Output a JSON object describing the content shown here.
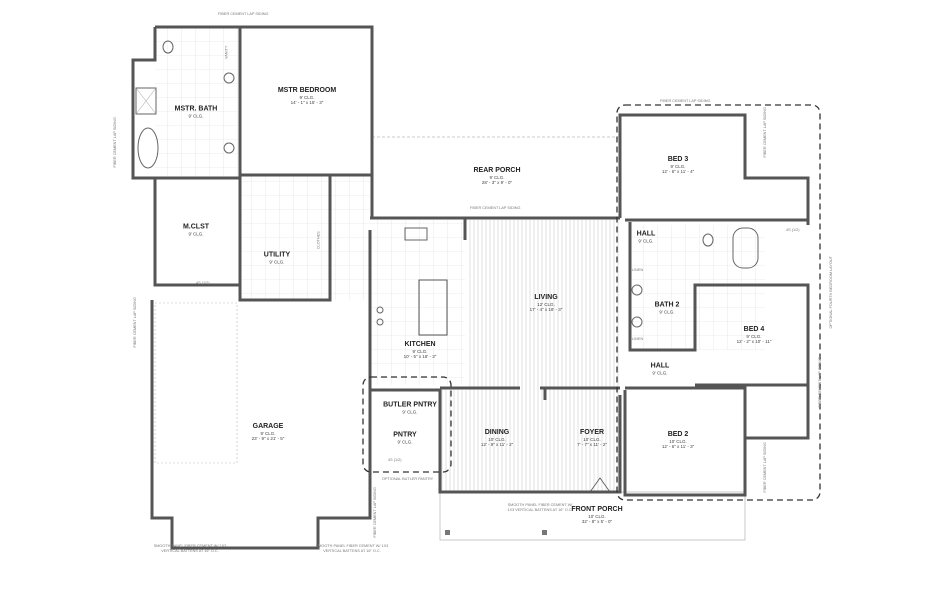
{
  "rooms": {
    "mstr_bedroom": {
      "name": "MSTR BEDROOM",
      "ceiling": "9' CLG.",
      "dims": "14' - 1\" x 15' - 3\""
    },
    "mstr_bath": {
      "name": "MSTR. BATH",
      "ceiling": "9' CLG."
    },
    "m_clst": {
      "name": "M.CLST",
      "ceiling": "9' CLG."
    },
    "utility": {
      "name": "UTILITY",
      "ceiling": "9' CLG."
    },
    "rear_porch": {
      "name": "REAR PORCH",
      "ceiling": "9' CLG.",
      "dims": "28' - 3\" x 9' - 0\""
    },
    "living": {
      "name": "LIVING",
      "ceiling": "12' CLG.",
      "dims": "17' - 4\" x 18' - 3\""
    },
    "kitchen": {
      "name": "KITCHEN",
      "ceiling": "9' CLG.",
      "dims": "10' - 5\" x 18' - 3\""
    },
    "garage": {
      "name": "GARAGE",
      "ceiling": "9' CLG.",
      "dims": "23' - 9\" x 21' - 5\""
    },
    "butler_pantry": {
      "name": "BUTLER PNTRY",
      "ceiling": "9' CLG."
    },
    "pantry": {
      "name": "PNTRY",
      "ceiling": "9' CLG."
    },
    "dining": {
      "name": "DINING",
      "ceiling": "10' CLG.",
      "dims": "12' - 9\" x 11' - 2\""
    },
    "foyer": {
      "name": "FOYER",
      "ceiling": "10' CLG.",
      "dims": "7' - 7\" x 11' - 2\""
    },
    "front_porch": {
      "name": "FRONT PORCH",
      "ceiling": "10' CLG.",
      "dims": "32' - 8\" x 5' - 0\""
    },
    "bed3": {
      "name": "BED 3",
      "ceiling": "9' CLG.",
      "dims": "12' - 6\" x 11' - 4\""
    },
    "hall_upper": {
      "name": "HALL",
      "ceiling": "9' CLG."
    },
    "bath2": {
      "name": "BATH 2",
      "ceiling": "9' CLG."
    },
    "bed4": {
      "name": "BED 4",
      "ceiling": "9' CLG.",
      "dims": "12' - 2\" x 10' - 11\""
    },
    "hall_lower": {
      "name": "HALL",
      "ceiling": "9' CLG."
    },
    "bed2": {
      "name": "BED 2",
      "ceiling": "10' CLG.",
      "dims": "12' - 6\" x 11' - 3\""
    }
  },
  "notes": {
    "siding": "FIBER CEMENT LAP SIDING",
    "batten": "SMOOTH PANEL FIBER CEMENT W/ 1X3 VERTICAL BATTENS AT 16\" O.C.",
    "optional_butler": "OPTIONAL BUTLER PANTRY",
    "optional_bedroom": "OPTIONAL FOURTH BEDROOM LAYOUT",
    "vanity": "VANITY",
    "linen": "LINEN",
    "shelf": "4S (1/2)",
    "clothes": "CLOTHES"
  }
}
